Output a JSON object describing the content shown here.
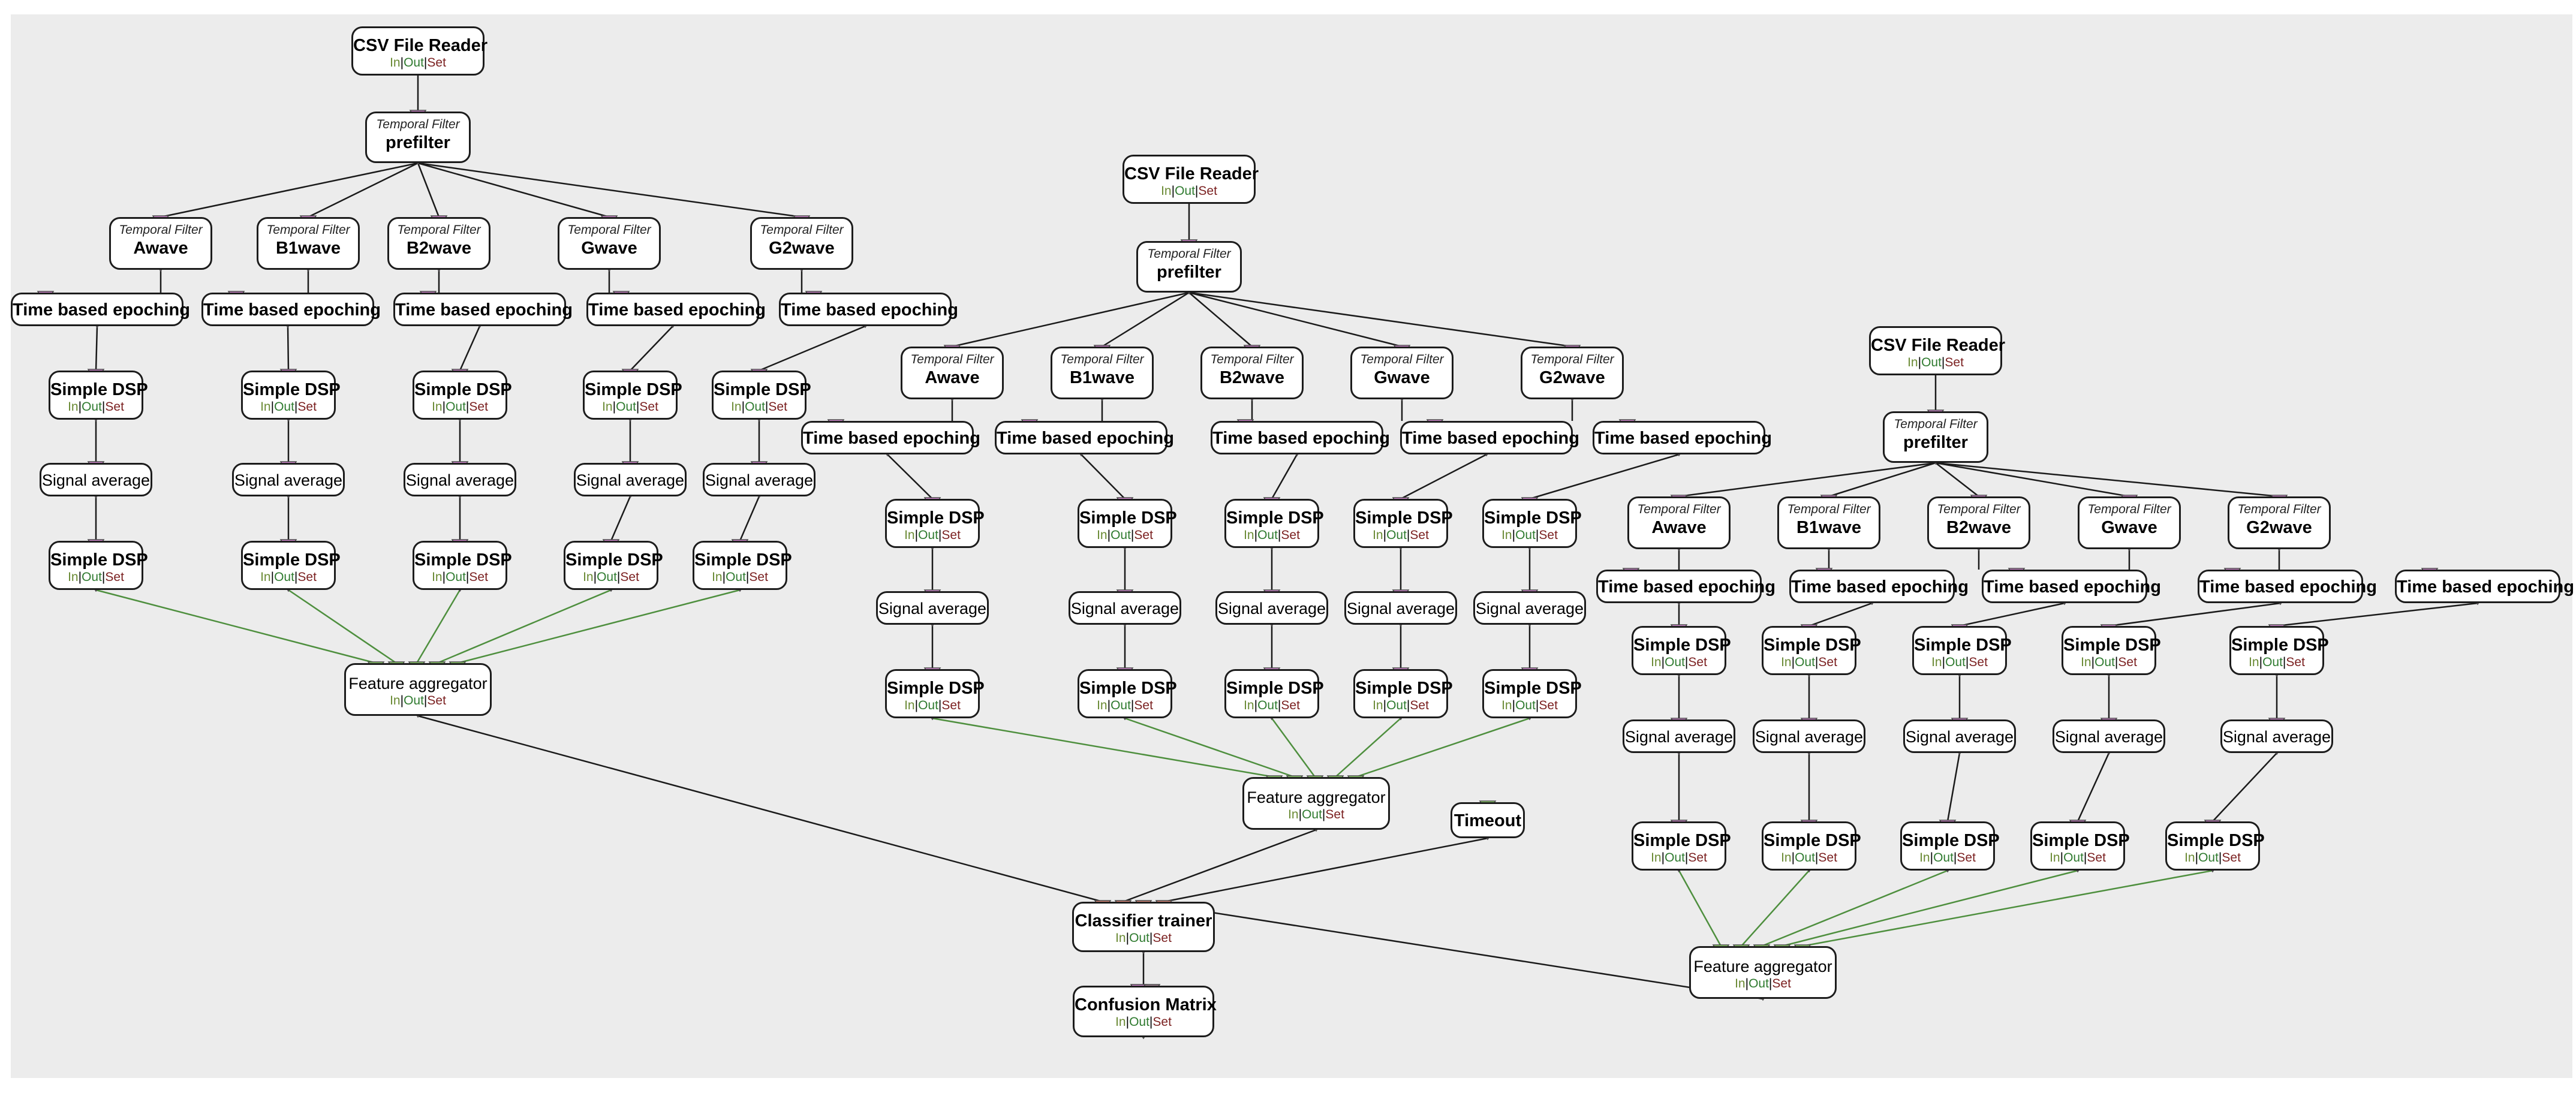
{
  "colors": {
    "canvas": "#ececec",
    "input_port": "#d98ad6",
    "feature_port": "#8fd46a",
    "classifier_port": "#e08a7a",
    "feature_wire": "#4e8f3e",
    "signal_wire": "#1a1a1a"
  },
  "labels": {
    "csv_reader": "CSV File Reader",
    "temporal_filter": "Temporal Filter",
    "prefilter": "prefilter",
    "awave": "Awave",
    "b1wave": "B1wave",
    "b2wave": "B2wave",
    "gwave": "Gwave",
    "g2wave": "G2wave",
    "epoching": "Time based epoching",
    "simple_dsp": "Simple DSP",
    "signal_average": "Signal average",
    "feature_aggregator": "Feature aggregator",
    "timeout": "Timeout",
    "classifier_trainer": "Classifier trainer",
    "confusion_matrix": "Confusion Matrix",
    "port_in": "In",
    "port_out": "Out",
    "port_set": "Set",
    "port_sep": "|"
  }
}
